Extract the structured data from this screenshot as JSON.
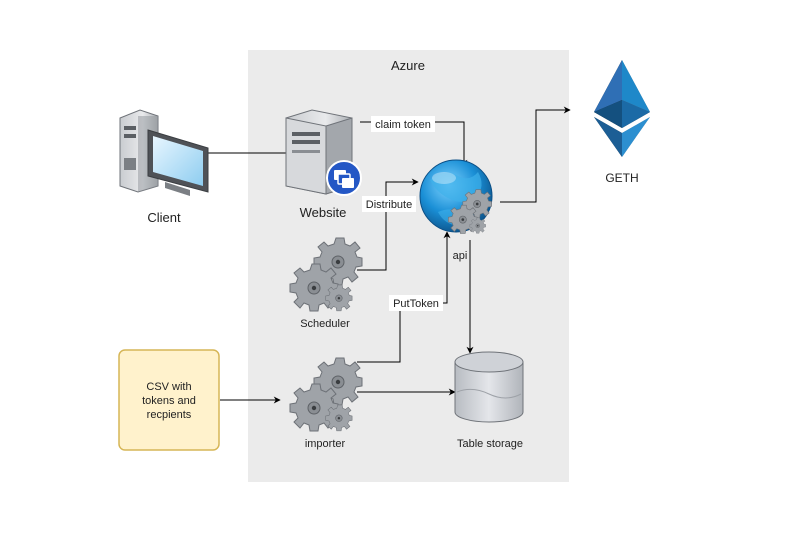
{
  "diagram": {
    "container": {
      "label": "Azure"
    },
    "nodes": {
      "client": {
        "label": "Client",
        "icon": "desktop-computer-icon"
      },
      "website": {
        "label": "Website",
        "icon": "server-icon",
        "badge_icon": "web-app-icon"
      },
      "api": {
        "label": "api",
        "icon": "globe-with-gears-icon"
      },
      "scheduler": {
        "label": "Scheduler",
        "icon": "gears-icon"
      },
      "importer": {
        "label": "importer",
        "icon": "gears-icon"
      },
      "csv": {
        "label": "CSV with tokens and recpients",
        "lines": [
          "CSV with",
          "tokens and",
          "recpients"
        ]
      },
      "table_storage": {
        "label": "Table storage",
        "icon": "database-cylinder-icon"
      },
      "geth": {
        "label": "GETH",
        "icon": "ethereum-logo-icon"
      }
    },
    "edges": {
      "claim_token": "claim token",
      "distribute": "Distribute",
      "put_token": "PutToken"
    },
    "colors": {
      "container_fill": "#ebebeb",
      "note_fill": "#fff2cc",
      "note_stroke": "#d6b656",
      "ethereum_dark": "#3c3c3d",
      "globe_blue": "#1a8fd6",
      "badge_blue": "#2457c5"
    }
  }
}
